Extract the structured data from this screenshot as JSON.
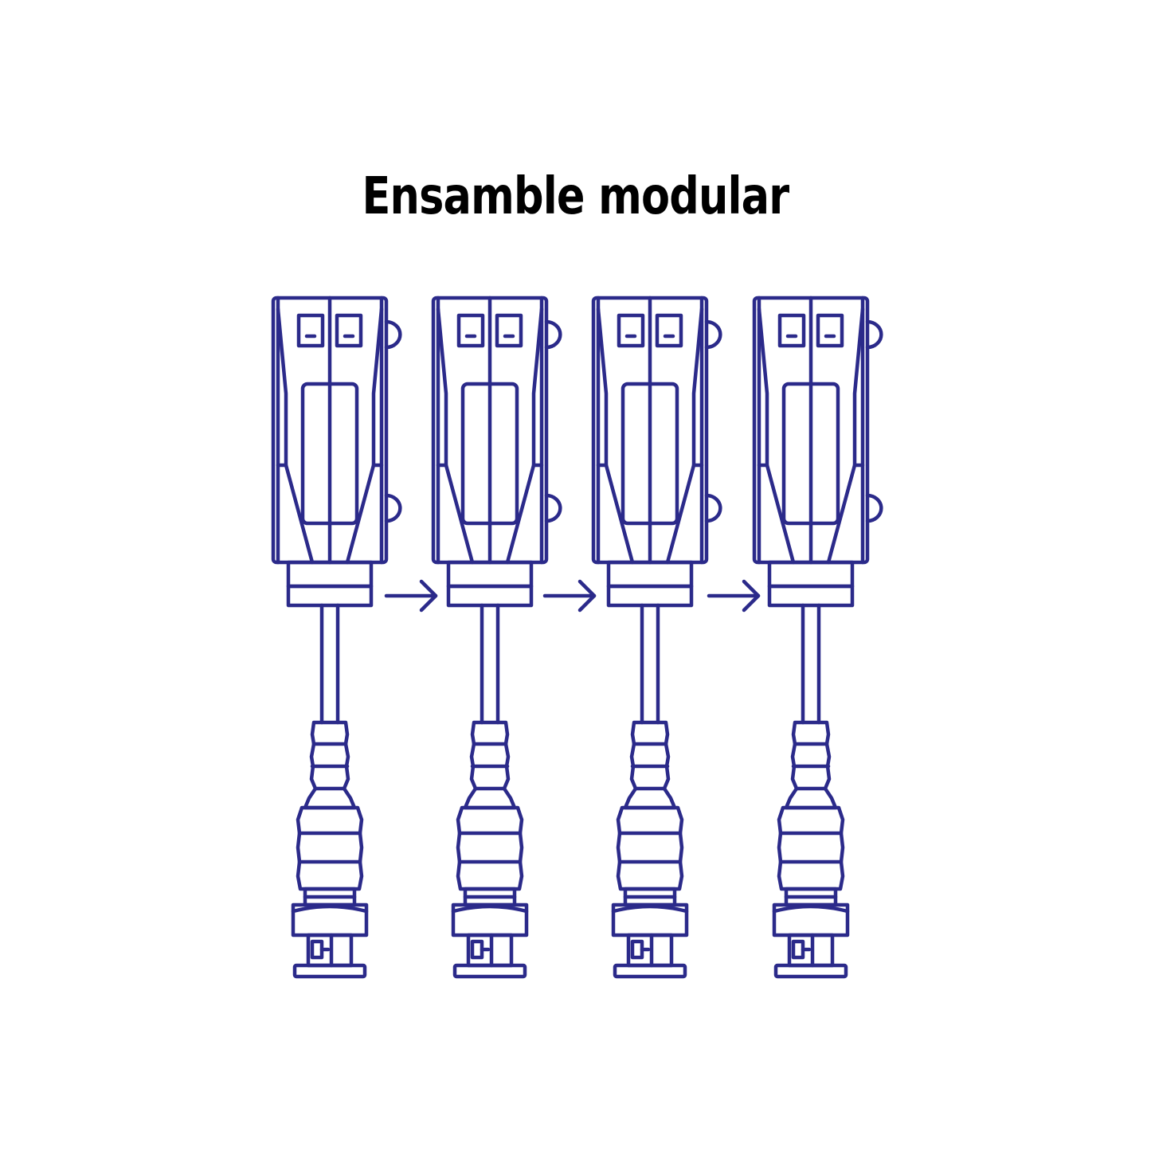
{
  "title": "Ensamble modular",
  "colors": {
    "line": "#2b2a8a",
    "title": "#000000",
    "background": "#ffffff"
  },
  "modules": [
    {
      "name": "balun-module-1"
    },
    {
      "name": "balun-module-2"
    },
    {
      "name": "balun-module-3"
    },
    {
      "name": "balun-module-4"
    }
  ],
  "connectors": [
    {
      "name": "arrow-icon",
      "from": 1,
      "to": 2
    },
    {
      "name": "arrow-icon",
      "from": 2,
      "to": 3
    },
    {
      "name": "arrow-icon",
      "from": 3,
      "to": 4
    }
  ]
}
